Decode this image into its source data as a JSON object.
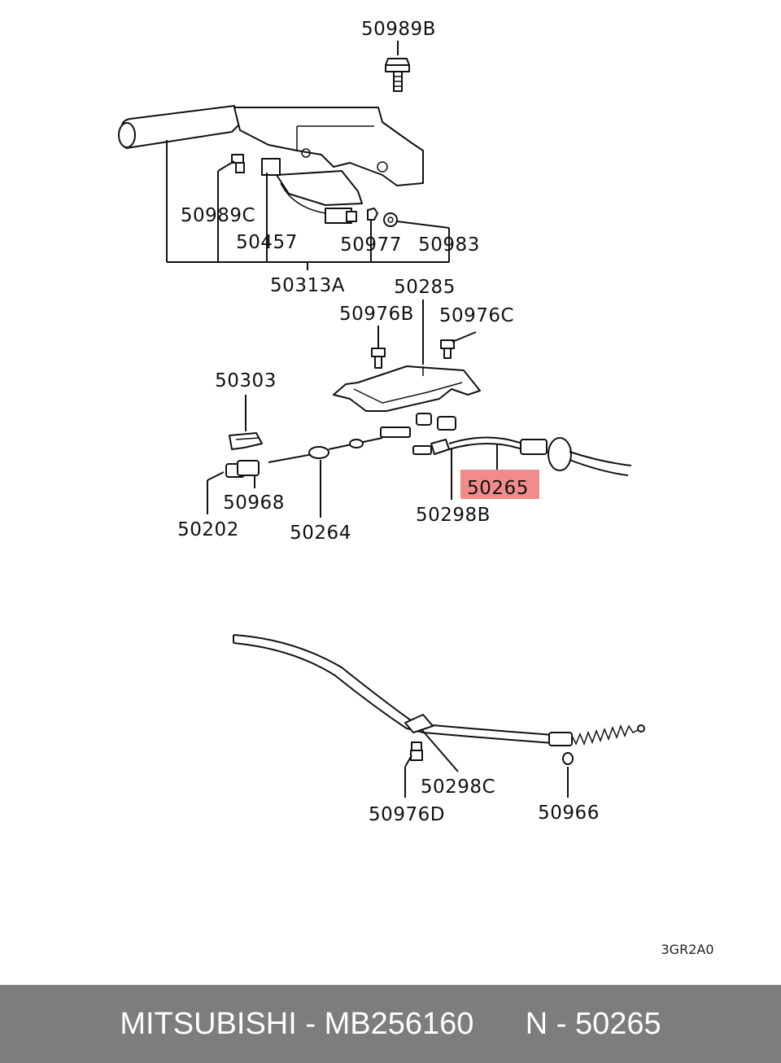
{
  "labels": {
    "p50989B": "50989B",
    "p50989C": "50989C",
    "p50457": "50457",
    "p50977": "50977",
    "p50983": "50983",
    "p50313A": "50313A",
    "p50285": "50285",
    "p50976B": "50976B",
    "p50976C": "50976C",
    "p50303": "50303",
    "p50265": "50265",
    "p50968": "50968",
    "p50202": "50202",
    "p50264": "50264",
    "p50298B": "50298B",
    "p50298C": "50298C",
    "p50976D": "50976D",
    "p50966": "50966"
  },
  "diagram_code": "3GR2A0",
  "highlight_color": "#f28b8b",
  "footer": {
    "brand": "MITSUBISHI",
    "separator": " - ",
    "part_number": "MB256160",
    "ref_prefix": "N - ",
    "ref_number": "50265"
  }
}
